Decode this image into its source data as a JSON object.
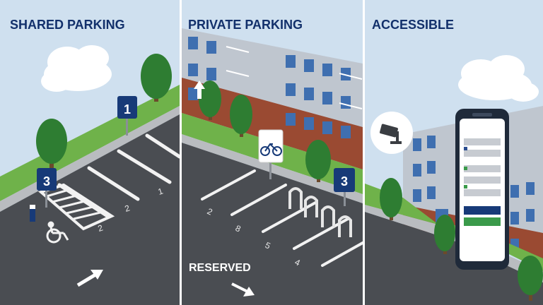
{
  "panels": [
    {
      "title": "SHARED PARKING"
    },
    {
      "title": "PRIVATE PARKING"
    },
    {
      "title": "ACCESSIBLE"
    }
  ],
  "shared": {
    "sign_top": "1",
    "sign_left": "3",
    "spaces": [
      "1",
      "2",
      "2"
    ]
  },
  "private": {
    "sign": "3",
    "spaces": [
      "2",
      "8",
      "5",
      "4"
    ],
    "road_text": "RESERVED"
  },
  "icons": [
    "cloud-icon",
    "tree-icon",
    "wheelchair-icon",
    "arrow-icon",
    "bicycle-icon",
    "camera-icon",
    "phone-icon",
    "building-icon"
  ],
  "colors": {
    "sky": "#cfe0ef",
    "asphalt": "#4a4d52",
    "grass": "#6fb24a",
    "tree": "#2e7d32",
    "sign": "#173a78",
    "brick": "#9a4a32",
    "building": "#bfc6cf",
    "window": "#3f6fb0"
  }
}
